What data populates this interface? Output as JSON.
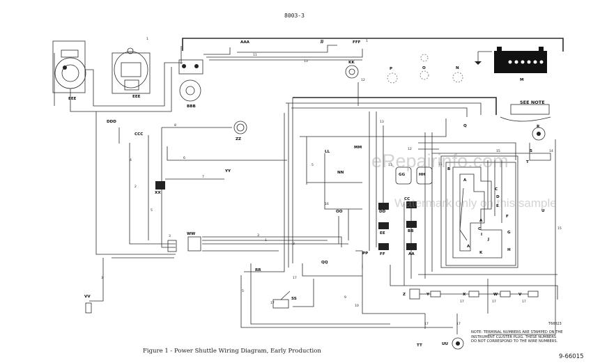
{
  "page_number": "8003-3",
  "caption": "Figure 1 - Power Shuttle Wiring Diagram, Early Production",
  "doc_number": "9-66015",
  "see_note": "SEE NOTE",
  "small_code": "T60023",
  "note_text": "NOTE: TERMINAL NUMBERS ARE STAMPED ON THE\nINSTRUMENT CLUSTER PLUG. THESE NUMBERS\nDO NOT CORRESPOND TO THE WIRE NUMBERS.",
  "watermark": "eRepairinfo.com",
  "watermark_sub": "Watermark only on this sample",
  "component_labels": [
    "EEE",
    "EEE",
    "BBB",
    "AAA",
    "JJ",
    "FFF",
    "KK",
    "P",
    "O",
    "N",
    "M",
    "DDD",
    "CCC",
    "ZZ",
    "YY",
    "XX",
    "WW",
    "LL",
    "MM",
    "NN",
    "GG",
    "HH",
    "OO",
    "DD",
    "CC",
    "BB",
    "EE",
    "FF",
    "AA",
    "PP",
    "QQ",
    "RR",
    "SS",
    "VV",
    "Z",
    "Y",
    "X",
    "W",
    "V",
    "TT",
    "UU",
    "Q",
    "R",
    "S",
    "T",
    "U",
    "A",
    "B",
    "C",
    "D",
    "E",
    "F",
    "G",
    "H",
    "I",
    "J",
    "K",
    "A",
    "C"
  ],
  "wire_numbers": [
    "1",
    "2",
    "3",
    "4",
    "5",
    "6",
    "7",
    "8",
    "9",
    "10",
    "11",
    "12",
    "13",
    "14",
    "15",
    "16",
    "17"
  ]
}
